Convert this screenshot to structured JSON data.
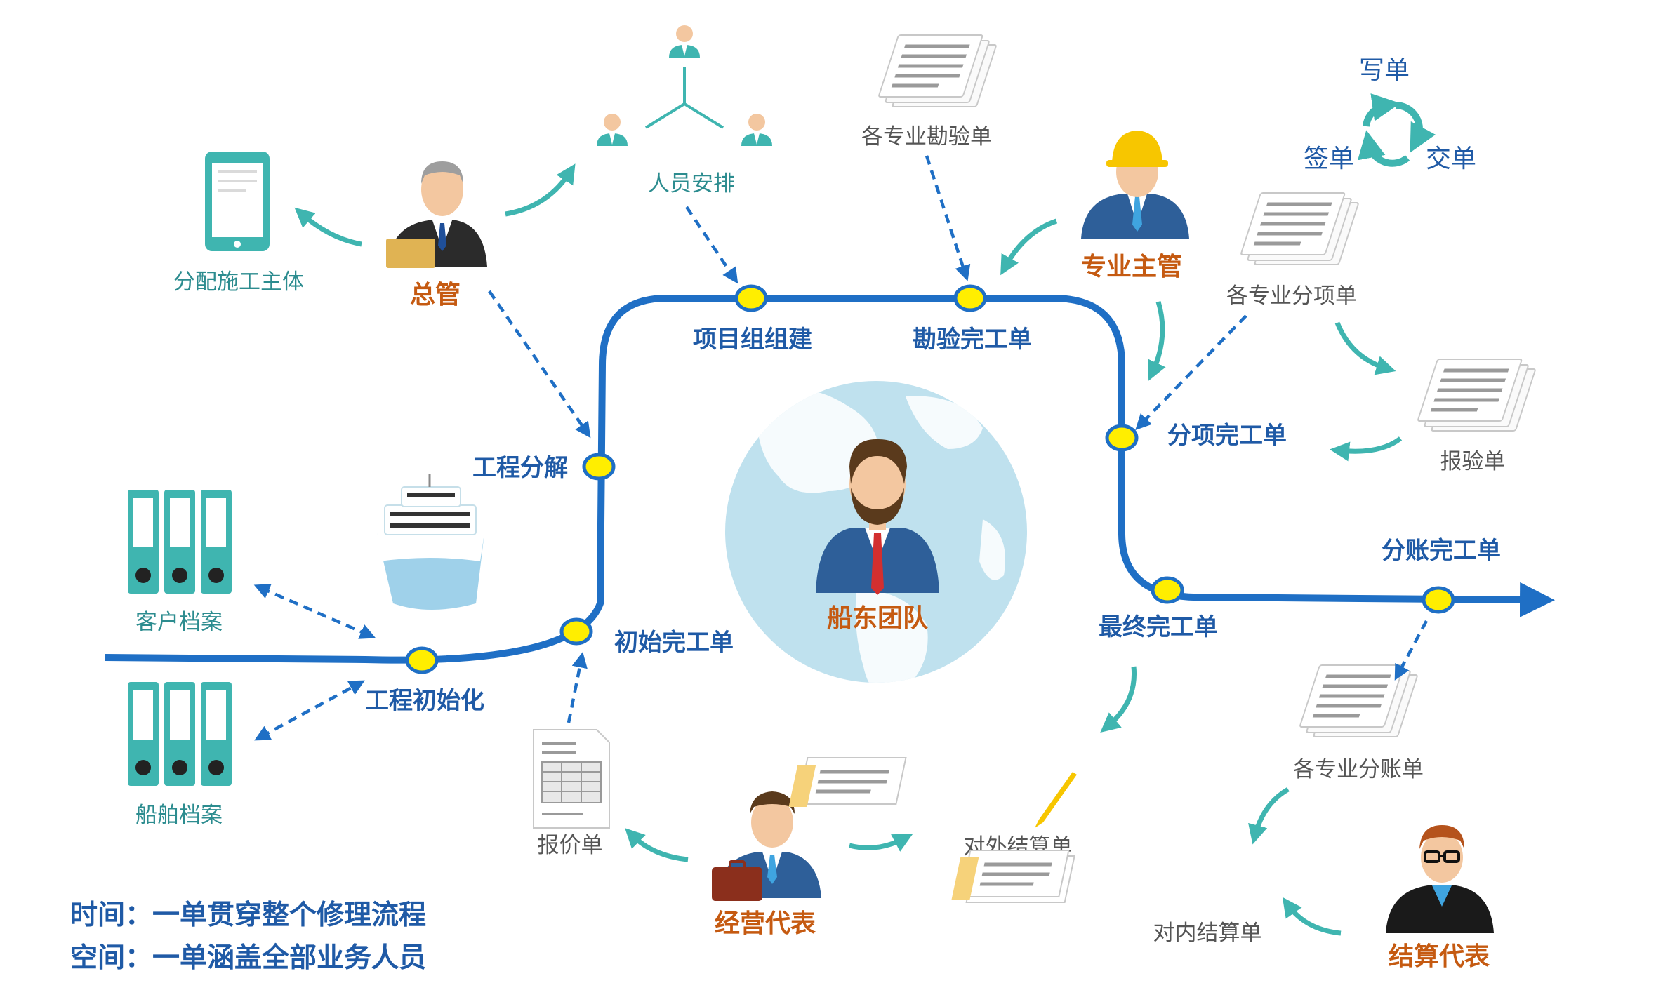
{
  "stages": {
    "eng_init": "工程初始化",
    "initial_order": "初始完工单",
    "eng_decompose": "工程分解",
    "project_team": "项目组组建",
    "survey_order": "勘验完工单",
    "item_order": "分项完工单",
    "final_order": "最终完工单",
    "split_order": "分账完工单"
  },
  "roles": {
    "general_manager": "总管",
    "specialist_supervisor": "专业主管",
    "shipowner_team": "船东团队",
    "business_rep": "经营代表",
    "settlement_rep": "结算代表"
  },
  "docs": {
    "assign_unit": "分配施工主体",
    "staffing": "人员安排",
    "survey_sheets": "各专业勘验单",
    "item_sheets": "各专业分项单",
    "inspection_report": "报验单",
    "customer_archive": "客户档案",
    "ship_archive": "船舶档案",
    "quotation": "报价单",
    "external_settlement": "对外结算单",
    "split_sheets": "各专业分账单",
    "internal_settlement": "对内结算单"
  },
  "cycle": {
    "write": "写单",
    "sign": "签单",
    "submit": "交单"
  },
  "footer": {
    "time_line": "时间：一单贯穿整个修理流程",
    "space_line": "空间：一单涵盖全部业务人员"
  },
  "colors": {
    "track": "#1f6fc5",
    "node": "#ffee00",
    "teal": "#3fb5b0",
    "orange": "#c55a11",
    "navy": "#1f5aa6"
  }
}
